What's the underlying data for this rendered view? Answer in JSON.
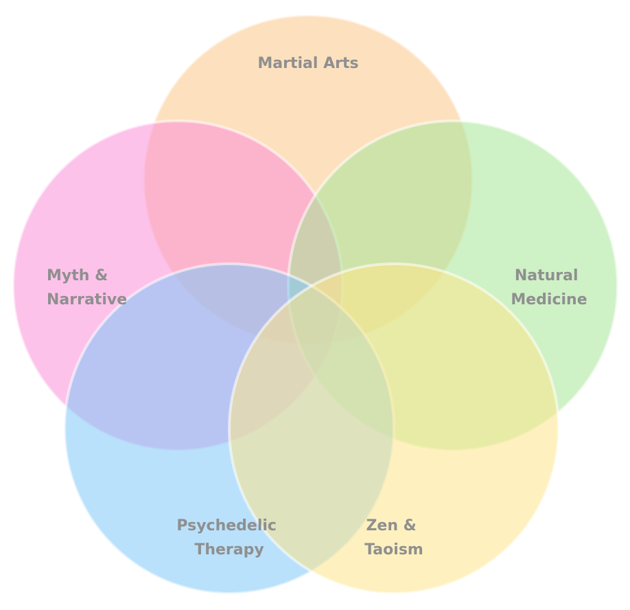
{
  "sets": [
    {
      "id": "martial-arts",
      "label_lines": [
        "Martial Arts"
      ],
      "color": "#fbc98a",
      "opacity": 0.55
    },
    {
      "id": "myth-narrative",
      "label_lines": [
        "Myth &",
        "Narrative"
      ],
      "color": "#fc8fd8",
      "opacity": 0.55
    },
    {
      "id": "natural-medicine",
      "label_lines": [
        "Natural",
        "Medicine"
      ],
      "color": "#a7e597",
      "opacity": 0.55
    },
    {
      "id": "psychedelic-therapy",
      "label_lines": [
        "Psychedelic",
        "Therapy"
      ],
      "color": "#7fc8f8",
      "opacity": 0.55
    },
    {
      "id": "zen-taoism",
      "label_lines": [
        "Zen &",
        "Taoism"
      ],
      "color": "#fde58a",
      "opacity": 0.55
    }
  ]
}
